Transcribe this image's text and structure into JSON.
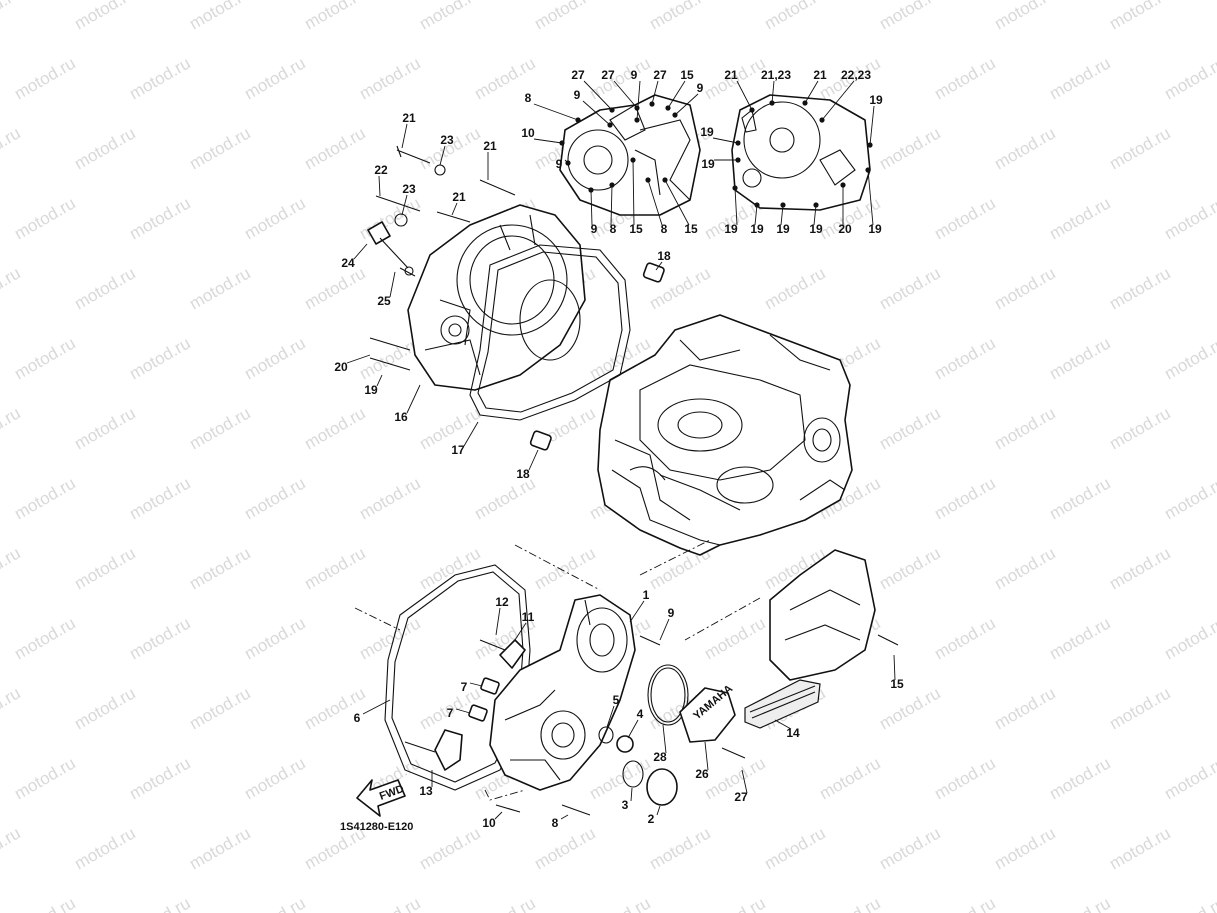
{
  "watermark": {
    "text": "motod.ru"
  },
  "diagram_code": "1S41280-E120",
  "fwd_label": "FWD",
  "brand_mark": "YAMAHA",
  "callouts": [
    {
      "id": "c1",
      "text": "1"
    },
    {
      "id": "c2",
      "text": "2"
    },
    {
      "id": "c3",
      "text": "3"
    },
    {
      "id": "c4",
      "text": "4"
    },
    {
      "id": "c5",
      "text": "5"
    },
    {
      "id": "c6",
      "text": "6"
    },
    {
      "id": "c7a",
      "text": "7"
    },
    {
      "id": "c7b",
      "text": "7"
    },
    {
      "id": "c8",
      "text": "8"
    },
    {
      "id": "c9",
      "text": "9"
    },
    {
      "id": "c10",
      "text": "10"
    },
    {
      "id": "c11",
      "text": "11"
    },
    {
      "id": "c12",
      "text": "12"
    },
    {
      "id": "c13",
      "text": "13"
    },
    {
      "id": "c14",
      "text": "14"
    },
    {
      "id": "c15",
      "text": "15"
    },
    {
      "id": "c16",
      "text": "16"
    },
    {
      "id": "c17",
      "text": "17"
    },
    {
      "id": "c18a",
      "text": "18"
    },
    {
      "id": "c18b",
      "text": "18"
    },
    {
      "id": "c19a",
      "text": "19"
    },
    {
      "id": "c20a",
      "text": "20"
    },
    {
      "id": "c21a",
      "text": "21"
    },
    {
      "id": "c21b",
      "text": "21"
    },
    {
      "id": "c21c",
      "text": "21"
    },
    {
      "id": "c22a",
      "text": "22"
    },
    {
      "id": "c23a",
      "text": "23"
    },
    {
      "id": "c23b",
      "text": "23"
    },
    {
      "id": "c24",
      "text": "24"
    },
    {
      "id": "c25",
      "text": "25"
    },
    {
      "id": "c26",
      "text": "26"
    },
    {
      "id": "c27a",
      "text": "27"
    },
    {
      "id": "c28",
      "text": "28"
    },
    {
      "id": "d27a",
      "text": "27"
    },
    {
      "id": "d27b",
      "text": "27"
    },
    {
      "id": "d9a",
      "text": "9"
    },
    {
      "id": "d27c",
      "text": "27"
    },
    {
      "id": "d15a",
      "text": "15"
    },
    {
      "id": "d8a",
      "text": "8"
    },
    {
      "id": "d9b",
      "text": "9"
    },
    {
      "id": "d9c",
      "text": "9"
    },
    {
      "id": "d10",
      "text": "10"
    },
    {
      "id": "d9d",
      "text": "9"
    },
    {
      "id": "d9e",
      "text": "9"
    },
    {
      "id": "d8b",
      "text": "8"
    },
    {
      "id": "d15b",
      "text": "15"
    },
    {
      "id": "d8c",
      "text": "8"
    },
    {
      "id": "d15c",
      "text": "15"
    },
    {
      "id": "e21a",
      "text": "21"
    },
    {
      "id": "e2123",
      "text": "21,23"
    },
    {
      "id": "e21b",
      "text": "21"
    },
    {
      "id": "e2223",
      "text": "22,23"
    },
    {
      "id": "e19a",
      "text": "19"
    },
    {
      "id": "e19b",
      "text": "19"
    },
    {
      "id": "e19c",
      "text": "19"
    },
    {
      "id": "e19d",
      "text": "19"
    },
    {
      "id": "e19e",
      "text": "19"
    },
    {
      "id": "e19f",
      "text": "19"
    },
    {
      "id": "e19g",
      "text": "19"
    },
    {
      "id": "e20",
      "text": "20"
    },
    {
      "id": "e19h",
      "text": "19"
    }
  ]
}
